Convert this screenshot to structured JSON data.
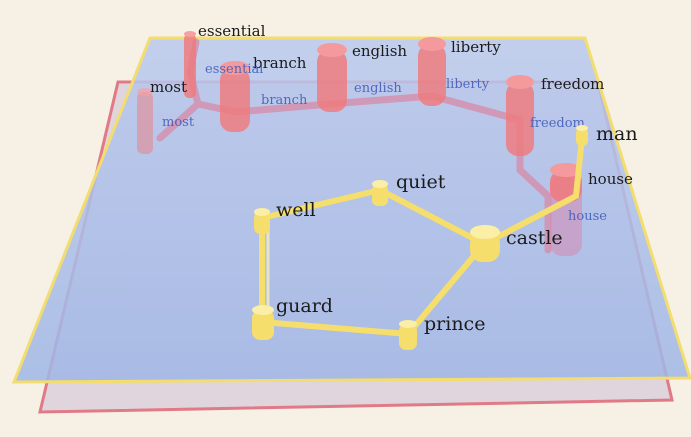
{
  "layers": {
    "top": {
      "fill": "#a9bfe8",
      "edge": "#f2dd6e"
    },
    "bottom": {
      "edge": "#e07a86"
    }
  },
  "red_terms": {
    "color": "#ee7b7f",
    "items": [
      {
        "id": "essential",
        "label": "essential",
        "under_label": "essential"
      },
      {
        "id": "most",
        "label": "most",
        "under_label": "most"
      },
      {
        "id": "branch",
        "label": "branch",
        "under_label": "branch"
      },
      {
        "id": "english",
        "label": "english",
        "under_label": "english"
      },
      {
        "id": "liberty",
        "label": "liberty",
        "under_label": "liberty"
      },
      {
        "id": "freedom",
        "label": "freedom",
        "under_label": "freedom"
      },
      {
        "id": "house",
        "label": "house",
        "under_label": "house"
      }
    ]
  },
  "yellow_terms": {
    "color": "#f5de6c",
    "items": [
      {
        "id": "well",
        "label": "well"
      },
      {
        "id": "quiet",
        "label": "quiet"
      },
      {
        "id": "castle",
        "label": "castle"
      },
      {
        "id": "prince",
        "label": "prince"
      },
      {
        "id": "guard",
        "label": "guard"
      },
      {
        "id": "man",
        "label": "man"
      }
    ]
  }
}
